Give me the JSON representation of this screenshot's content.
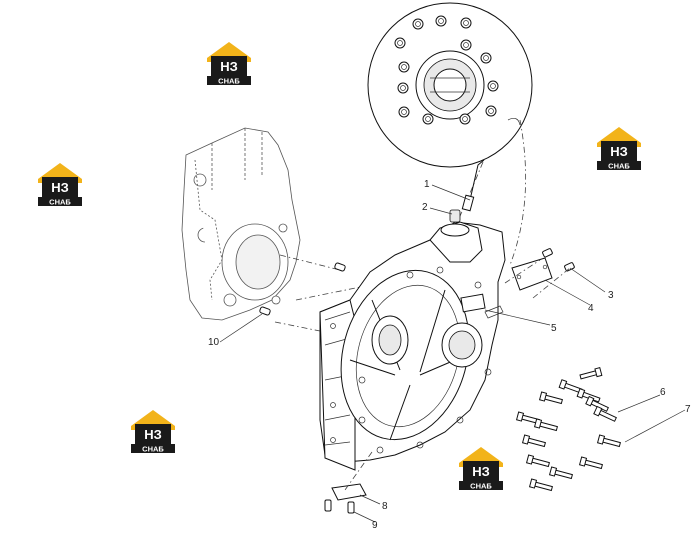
{
  "callouts": [
    {
      "id": "1",
      "text": "1"
    },
    {
      "id": "2",
      "text": "2"
    },
    {
      "id": "3",
      "text": "3"
    },
    {
      "id": "4",
      "text": "4"
    },
    {
      "id": "5",
      "text": "5"
    },
    {
      "id": "6",
      "text": "6"
    },
    {
      "id": "7",
      "text": "7"
    },
    {
      "id": "8",
      "text": "8"
    },
    {
      "id": "9",
      "text": "9"
    },
    {
      "id": "10",
      "text": "10"
    }
  ],
  "watermark": {
    "letters": "НЗ",
    "subtext": "СНАБ",
    "colors": {
      "roof": "#f2b31a",
      "box": "#1a1a1a",
      "text": "#ffffff"
    }
  }
}
